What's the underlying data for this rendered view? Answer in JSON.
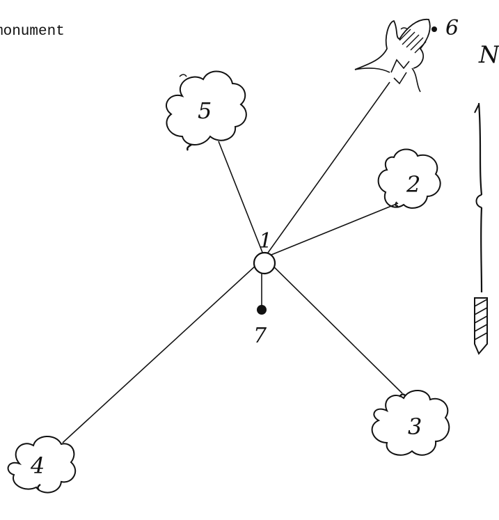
{
  "caption": "monument",
  "north_label": "N",
  "center": {
    "label": "1"
  },
  "marker": {
    "label": "7"
  },
  "trees": [
    {
      "id": "tree-2",
      "label": "2"
    },
    {
      "id": "tree-3",
      "label": "3"
    },
    {
      "id": "tree-4",
      "label": "4"
    },
    {
      "id": "tree-5",
      "label": "5"
    }
  ],
  "stump": {
    "label": "6"
  },
  "colors": {
    "ink": "#111111",
    "paper": "#ffffff"
  }
}
